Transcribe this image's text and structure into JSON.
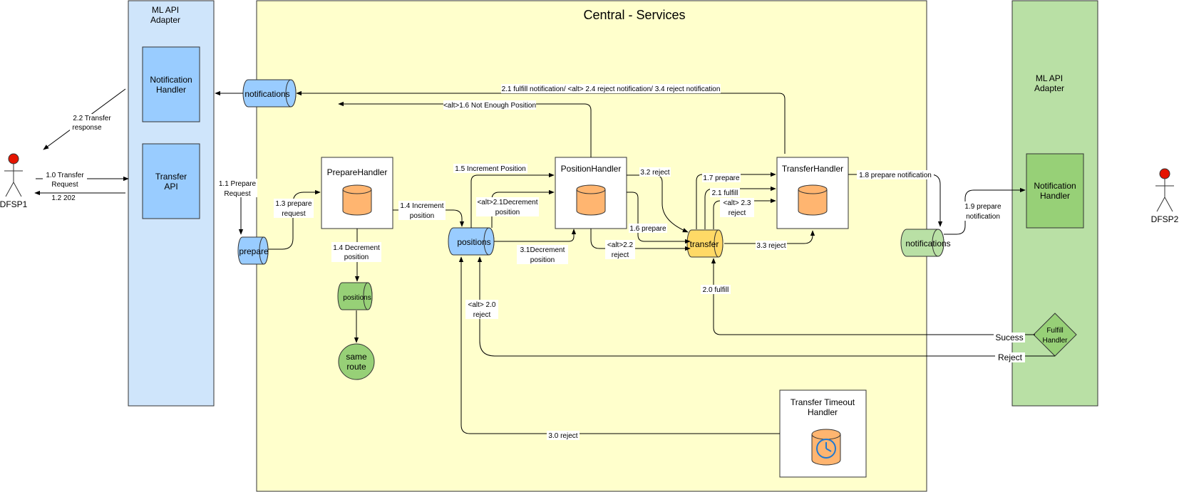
{
  "colors": {
    "adapter_left_fill": "#cfe5fb",
    "adapter_right_fill": "#b9e0a5",
    "central_fill": "#ffffcc",
    "handler_blue": "#99ccff",
    "handler_green": "#97d077",
    "db_orange": "#ffb570",
    "transfer_topic": "#ffd966",
    "topic_blue": "#99ccff",
    "topic_green": "#b9e0a5",
    "actor_head": "#e51400"
  },
  "actors": {
    "dfsp1": "DFSP1",
    "dfsp2": "DFSP2"
  },
  "left_adapter": {
    "title_line1": "ML API",
    "title_line2": "Adapter",
    "notification_line1": "Notification",
    "notification_line2": "Handler",
    "transfer_line1": "Transfer",
    "transfer_line2": "API"
  },
  "right_adapter": {
    "title_line1": "ML API",
    "title_line2": "Adapter",
    "notification_line1": "Notification",
    "notification_line2": "Handler",
    "fulfill_line1": "Fulfill",
    "fulfill_line2": "Handler"
  },
  "central": {
    "title": "Central - Services",
    "prepare_handler": "PrepareHandler",
    "position_handler": "PositionHandler",
    "transfer_handler": "TransferHandler",
    "timeout_line1": "Transfer Timeout",
    "timeout_line2": "Handler",
    "same_route_line1": "same",
    "same_route_line2": "route"
  },
  "topics": {
    "notifications_left": "notifications",
    "prepare": "prepare",
    "positions_blue": "positions",
    "positions_green": "positions",
    "transfer": "transfer",
    "notifications_right": "notifications"
  },
  "edges": {
    "e1_0a": "1.0 Transfer",
    "e1_0b": "Request",
    "e1_2": "1.2 202",
    "e2_2a": "2.2 Transfer",
    "e2_2b": "response",
    "e1_1a": "1.1 Prepare",
    "e1_1b": "Request",
    "e1_3a": "1.3 prepare",
    "e1_3b": "request",
    "e1_4ia": "1.4 Increment",
    "e1_4ib": "position",
    "e1_4da": "1.4 Decrement",
    "e1_4db": "position",
    "e1_5": "1.5 Increment Position",
    "e2_1da": "<alt>2.1Decrement",
    "e2_1db": "position",
    "e3_1a": "3.1Decrement",
    "e3_1b": "position",
    "e1_6alt": "<alt>1.6 Not Enough Position",
    "e2_1notif": "2.1 fulfill notification/ <alt> 2.4 reject notification/ 3.4 reject notification",
    "e3_2": "3.2 reject",
    "e1_6": "1.6 prepare",
    "e2_2alta": "<alt>2.2",
    "e2_2altb": "reject",
    "e1_7": "1.7 prepare",
    "e2_1f": "2.1 fulfill",
    "e2_3a": "<alt> 2.3",
    "e2_3b": "reject",
    "e3_3": "3.3 reject",
    "e1_8": "1.8 prepare notification",
    "e1_9a": "1.9 prepare",
    "e1_9b": "notification",
    "e2_0": "2.0 fulfill",
    "e2_0alta": "<alt> 2.0",
    "e2_0altb": "reject",
    "success": "Sucess",
    "reject": "Reject",
    "e3_0": "3.0 reject"
  }
}
